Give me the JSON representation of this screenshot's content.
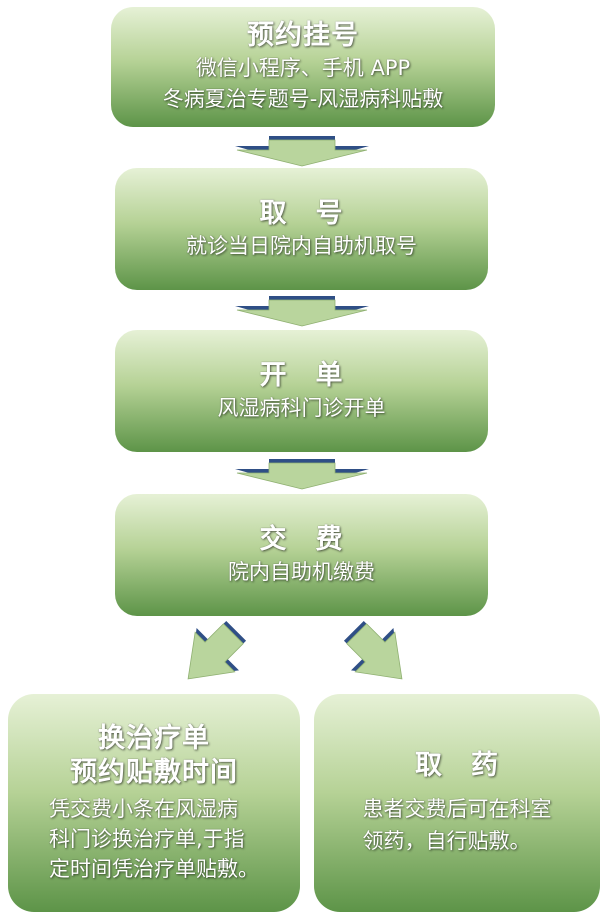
{
  "steps": [
    {
      "title": "预约挂号",
      "lines": [
        "微信小程序、手机 APP",
        "冬病夏治专题号-风湿病科贴敷"
      ]
    },
    {
      "title": "取　号",
      "lines": [
        "就诊当日院内自助机取号"
      ]
    },
    {
      "title": "开　单",
      "lines": [
        "风湿病科门诊开单"
      ]
    },
    {
      "title": "交　费",
      "lines": [
        "院内自助机缴费"
      ]
    }
  ],
  "branches": [
    {
      "title_lines": [
        "换治疗单",
        "预约贴敷时间"
      ],
      "body_lines": [
        "凭交费小条在风湿病",
        "科门诊换治疗单,于指",
        "定时间凭治疗单贴敷。"
      ]
    },
    {
      "title_lines": [
        "取　药"
      ],
      "body_lines": [
        "患者交费后可在科室",
        "领药，自行贴敷。"
      ]
    }
  ],
  "colors": {
    "box_top": "#e6f1d6",
    "box_bottom": "#5d9448",
    "arrow_fill": "#b9d59d",
    "arrow_edge": "#2f4f86"
  }
}
